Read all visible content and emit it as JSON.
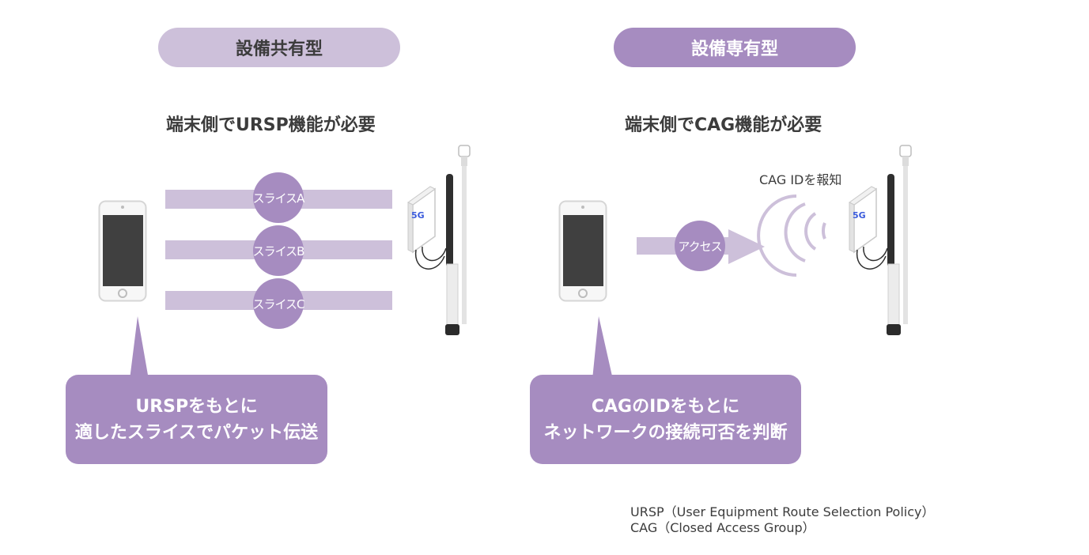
{
  "left": {
    "header": "設備共有型",
    "subtitle": "端末側でURSP機能が必要",
    "slices": [
      "スライスA",
      "スライスB",
      "スライスC"
    ],
    "callout_line1": "URSPをもとに",
    "callout_line2": "適したスライスでパケット伝送"
  },
  "right": {
    "header": "設備専有型",
    "subtitle": "端末側でCAG機能が必要",
    "access_label": "アクセス",
    "broadcast_label": "CAG IDを報知",
    "callout_line1": "CAGのIDをもとに",
    "callout_line2": "ネットワークの接続可否を判断"
  },
  "antenna_badge": "5G",
  "notes": [
    "URSP（User Equipment Route Selection Policy）",
    "CAG（Closed Access Group）"
  ],
  "colors": {
    "light_purple": "#cdc0da",
    "purple": "#a68cc0",
    "text": "#3c3c3c"
  }
}
